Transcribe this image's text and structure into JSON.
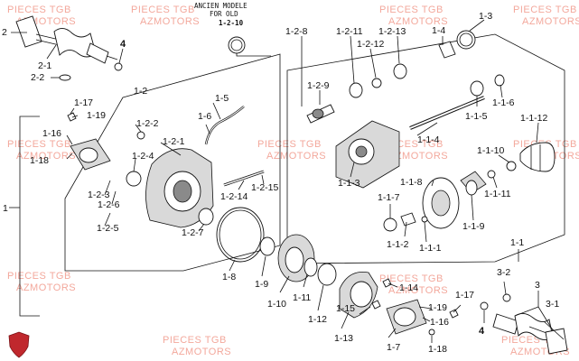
{
  "header": {
    "line1": "ANCIEN MODELE",
    "line2": "FOR OLD",
    "ref": "1-2-10"
  },
  "watermark": {
    "line1": "PIECES TGB",
    "line2": "AZMOTORS"
  },
  "logo": {
    "icon": "azmotors-shield-icon",
    "color": "#c0282d"
  },
  "labels": {
    "l_2": "2",
    "l_2_1": "2-1",
    "l_2_2": "2-2",
    "l_4a": "4",
    "l_1": "1",
    "l_1_2": "1-2",
    "l_1_5": "1-5",
    "l_1_6": "1-6",
    "l_1_17a": "1-17",
    "l_1_19a": "1-19",
    "l_1_16": "1-16",
    "l_1_18a": "1-18",
    "l_1_2_2": "1-2-2",
    "l_1_2_1": "1-2-1",
    "l_1_2_4": "1-2-4",
    "l_1_2_3": "1-2-3",
    "l_1_2_6": "1-2-6",
    "l_1_2_5": "1-2-5",
    "l_1_2_7": "1-2-7",
    "l_1_2_14": "1-2-14",
    "l_1_2_15": "1-2-15",
    "l_1_2_8": "1-2-8",
    "l_1_2_9": "1-2-9",
    "l_1_2_11": "1-2-11",
    "l_1_2_12": "1-2-12",
    "l_1_2_13": "1-2-13",
    "l_1_4": "1-4",
    "l_1_3": "1-3",
    "l_1_1_5": "1-1-5",
    "l_1_1_6": "1-1-6",
    "l_1_1_4": "1-1-4",
    "l_1_1_12": "1-1-12",
    "l_1_1_3": "1-1-3",
    "l_1_1_10": "1-1-10",
    "l_1_1_11": "1-1-11",
    "l_1_1_7": "1-1-7",
    "l_1_1_8": "1-1-8",
    "l_1_1_9": "1-1-9",
    "l_1_1_2": "1-1-2",
    "l_1_1_1": "1-1-1",
    "l_1_1": "1-1",
    "l_1_8": "1-8",
    "l_1_9": "1-9",
    "l_1_10": "1-10",
    "l_1_11": "1-11",
    "l_1_12": "1-12",
    "l_1_13": "1-13",
    "l_1_14": "1-14",
    "l_1_15": "1-15",
    "l_1_17b": "1-17",
    "l_1_19b": "1-19",
    "l_1_16b": "1-16",
    "l_1_7": "1-7",
    "l_1_18b": "1-18",
    "l_3_2": "3-2",
    "l_3": "3",
    "l_3_1": "3-1",
    "l_4b": "4"
  }
}
